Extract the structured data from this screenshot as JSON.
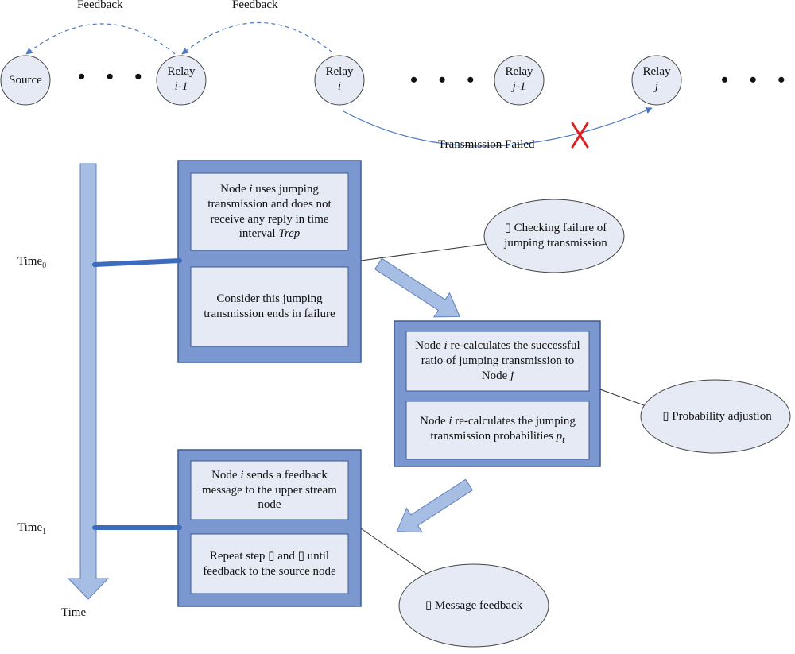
{
  "nodes": [
    {
      "id": "source",
      "line1": "Source",
      "line2": ""
    },
    {
      "id": "relay-i-1",
      "line1": "Relay",
      "line2": "i-1"
    },
    {
      "id": "relay-i",
      "line1": "Relay",
      "line2": "i"
    },
    {
      "id": "relay-j-1",
      "line1": "Relay",
      "line2": "j-1"
    },
    {
      "id": "relay-j",
      "line1": "Relay",
      "line2": "j"
    }
  ],
  "ellipsis": "• • •",
  "feedback_label_1": "Feedback",
  "feedback_label_2": "Feedback",
  "transmission_failed": "Transmission Failed",
  "timeline": {
    "time0_base": "Time",
    "time0_sub": "0",
    "time1_base": "Time",
    "time1_sub": "1",
    "axis_label": "Time"
  },
  "group1": {
    "box1": {
      "pre": "Node ",
      "node": "i",
      "post": " uses jumping transmission and does not receive any reply in time interval ",
      "tail": "Trep"
    },
    "box2": {
      "text": "Consider this jumping transmission ends in failure"
    }
  },
  "group2": {
    "box1": {
      "pre": "Node ",
      "node": "i",
      "post": " re-calculates the successful ratio of jumping transmission to Node ",
      "tail": "j"
    },
    "box2": {
      "pre": "Node ",
      "node": "i",
      "post": " re-calculates the jumping transmission probabilities ",
      "tail": "p",
      "tail_sub": "t"
    }
  },
  "group3": {
    "box1": {
      "pre": "Node ",
      "node": "i",
      "post": " sends a feedback message to the upper stream node"
    },
    "box2": {
      "text": "Repeat step ▯  and ▯  until feedback to the source node"
    }
  },
  "callouts": {
    "step1": "▯  Checking failure of jumping transmission",
    "step2": "▯  Probability adjustion",
    "step3": "▯  Message feedback"
  },
  "colors": {
    "node_fill": "#e6eaf5",
    "box_outer": "#7b97cf",
    "box_inner": "#e6eaf5",
    "arrow_fill": "#a6bde4",
    "link_line": "#3d6cbf",
    "fail_mark": "#e02020"
  }
}
